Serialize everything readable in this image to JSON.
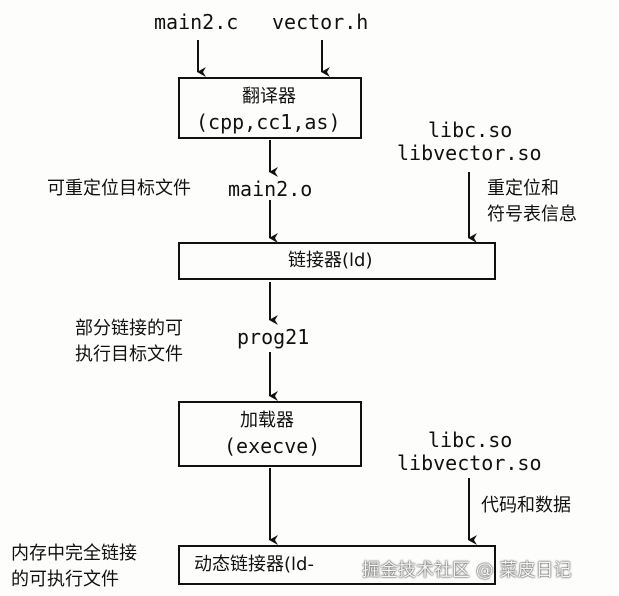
{
  "inputs": {
    "source": "main2.c",
    "header": "vector.h"
  },
  "translator": {
    "name": "翻译器",
    "tools": "(cpp,cc1,as)"
  },
  "libs_static": {
    "lib1": "libc.so",
    "lib2": "libvector.so"
  },
  "relocatable": {
    "label": "可重定位目标文件",
    "file": "main2.o"
  },
  "reloc_info": {
    "line1": "重定位和",
    "line2": "符号表信息"
  },
  "linker": {
    "name": "链接器(ld)"
  },
  "partial": {
    "line1": "部分链接的可",
    "line2": "执行目标文件",
    "file": "prog21"
  },
  "loader": {
    "name": "加载器",
    "tool": "(execve)"
  },
  "libs_dynamic": {
    "lib1": "libc.so",
    "lib2": "libvector.so"
  },
  "code_data": {
    "label": "代码和数据"
  },
  "full": {
    "line1": "内存中完全链接",
    "line2": "的可执行文件"
  },
  "dynlinker": {
    "name": "动态链接器(ld-"
  },
  "watermark": {
    "text": "掘金技术社区 @ 菜皮日记"
  }
}
